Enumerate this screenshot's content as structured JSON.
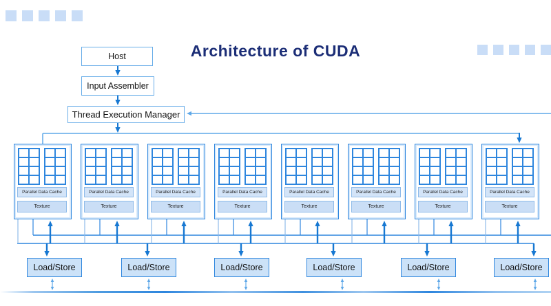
{
  "title": "Architecture of CUDA",
  "flow": {
    "host": "Host",
    "input_assembler": "Input Assembler",
    "thread_execution_manager": "Thread Execution Manager"
  },
  "block": {
    "pdc_label": "Parallel Data Cache",
    "texture_label": "Texture",
    "count": 8,
    "grids_per_block": 2,
    "grid_rows": 4,
    "grid_cols": 2
  },
  "load_store": {
    "label": "Load/Store",
    "count": 6
  },
  "decor": {
    "top_left_squares": 5,
    "right_squares": 5
  },
  "colors": {
    "accent_blue": "#1778D2",
    "mid_blue": "#2E86DE",
    "light_blue": "#5FA8E8",
    "pale_blue": "#8FBBE9",
    "square_fill": "#C9DDF7",
    "title_navy": "#1B2D76"
  }
}
